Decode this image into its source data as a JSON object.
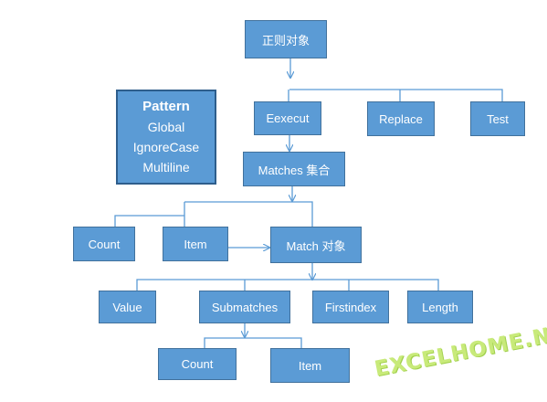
{
  "nodes": {
    "root": "正则对象",
    "properties": {
      "heading": "Pattern",
      "items": [
        "Global",
        "IgnoreCase",
        "Multiline"
      ]
    },
    "eexecut": "Eexecut",
    "replace": "Replace",
    "test": "Test",
    "matches": "Matches 集合",
    "count": "Count",
    "item": "Item",
    "match": "Match 对象",
    "value": "Value",
    "submatches": "Submatches",
    "firstindex": "Firstindex",
    "length": "Length",
    "sub_count": "Count",
    "sub_item": "Item"
  },
  "watermark": "EXCELHOME.NET",
  "colors": {
    "box_fill": "#5b9bd5",
    "box_border": "#41719c",
    "text": "#ffffff",
    "connector": "#5b9bd5"
  }
}
